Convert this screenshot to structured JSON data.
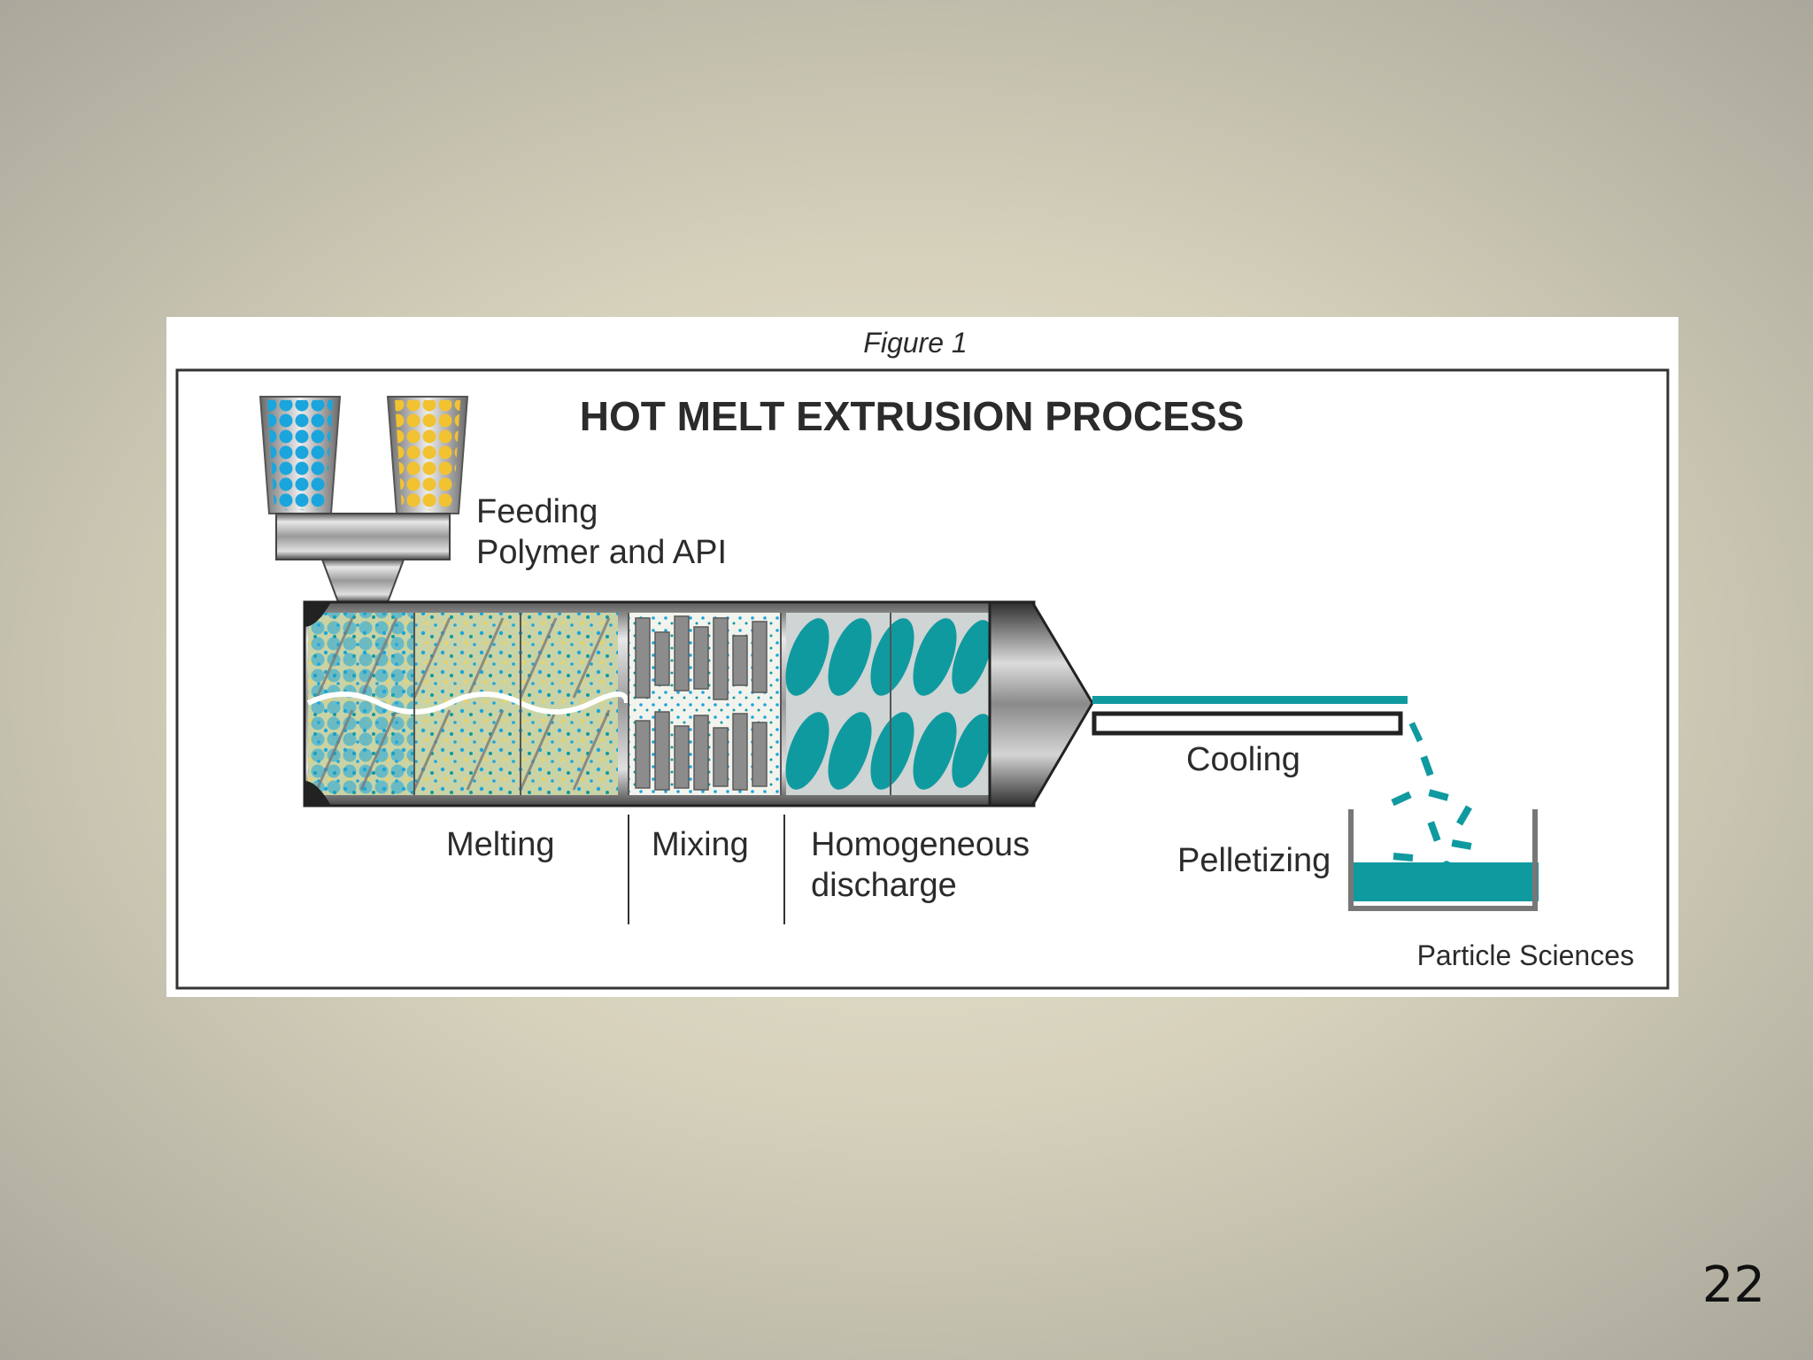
{
  "figure": {
    "caption": "Figure 1",
    "title": "HOT MELT EXTRUSION PROCESS",
    "feeding_label_line1": "Feeding",
    "feeding_label_line2": "Polymer and API",
    "stage_melting": "Melting",
    "stage_mixing": "Mixing",
    "stage_homogeneous_line1": "Homogeneous",
    "stage_homogeneous_line2": "discharge",
    "cooling_label": "Cooling",
    "pelletizing_label": "Pelletizing",
    "credit": "Particle Sciences"
  },
  "slide": {
    "number": "22"
  },
  "colors": {
    "polymer_blue": "#1aa6dc",
    "api_yellow": "#f2c230",
    "teal": "#0f9aa0",
    "steel_dark": "#3a3a3a",
    "steel_light": "#cfcfcf",
    "background": "#d9d4bf"
  }
}
